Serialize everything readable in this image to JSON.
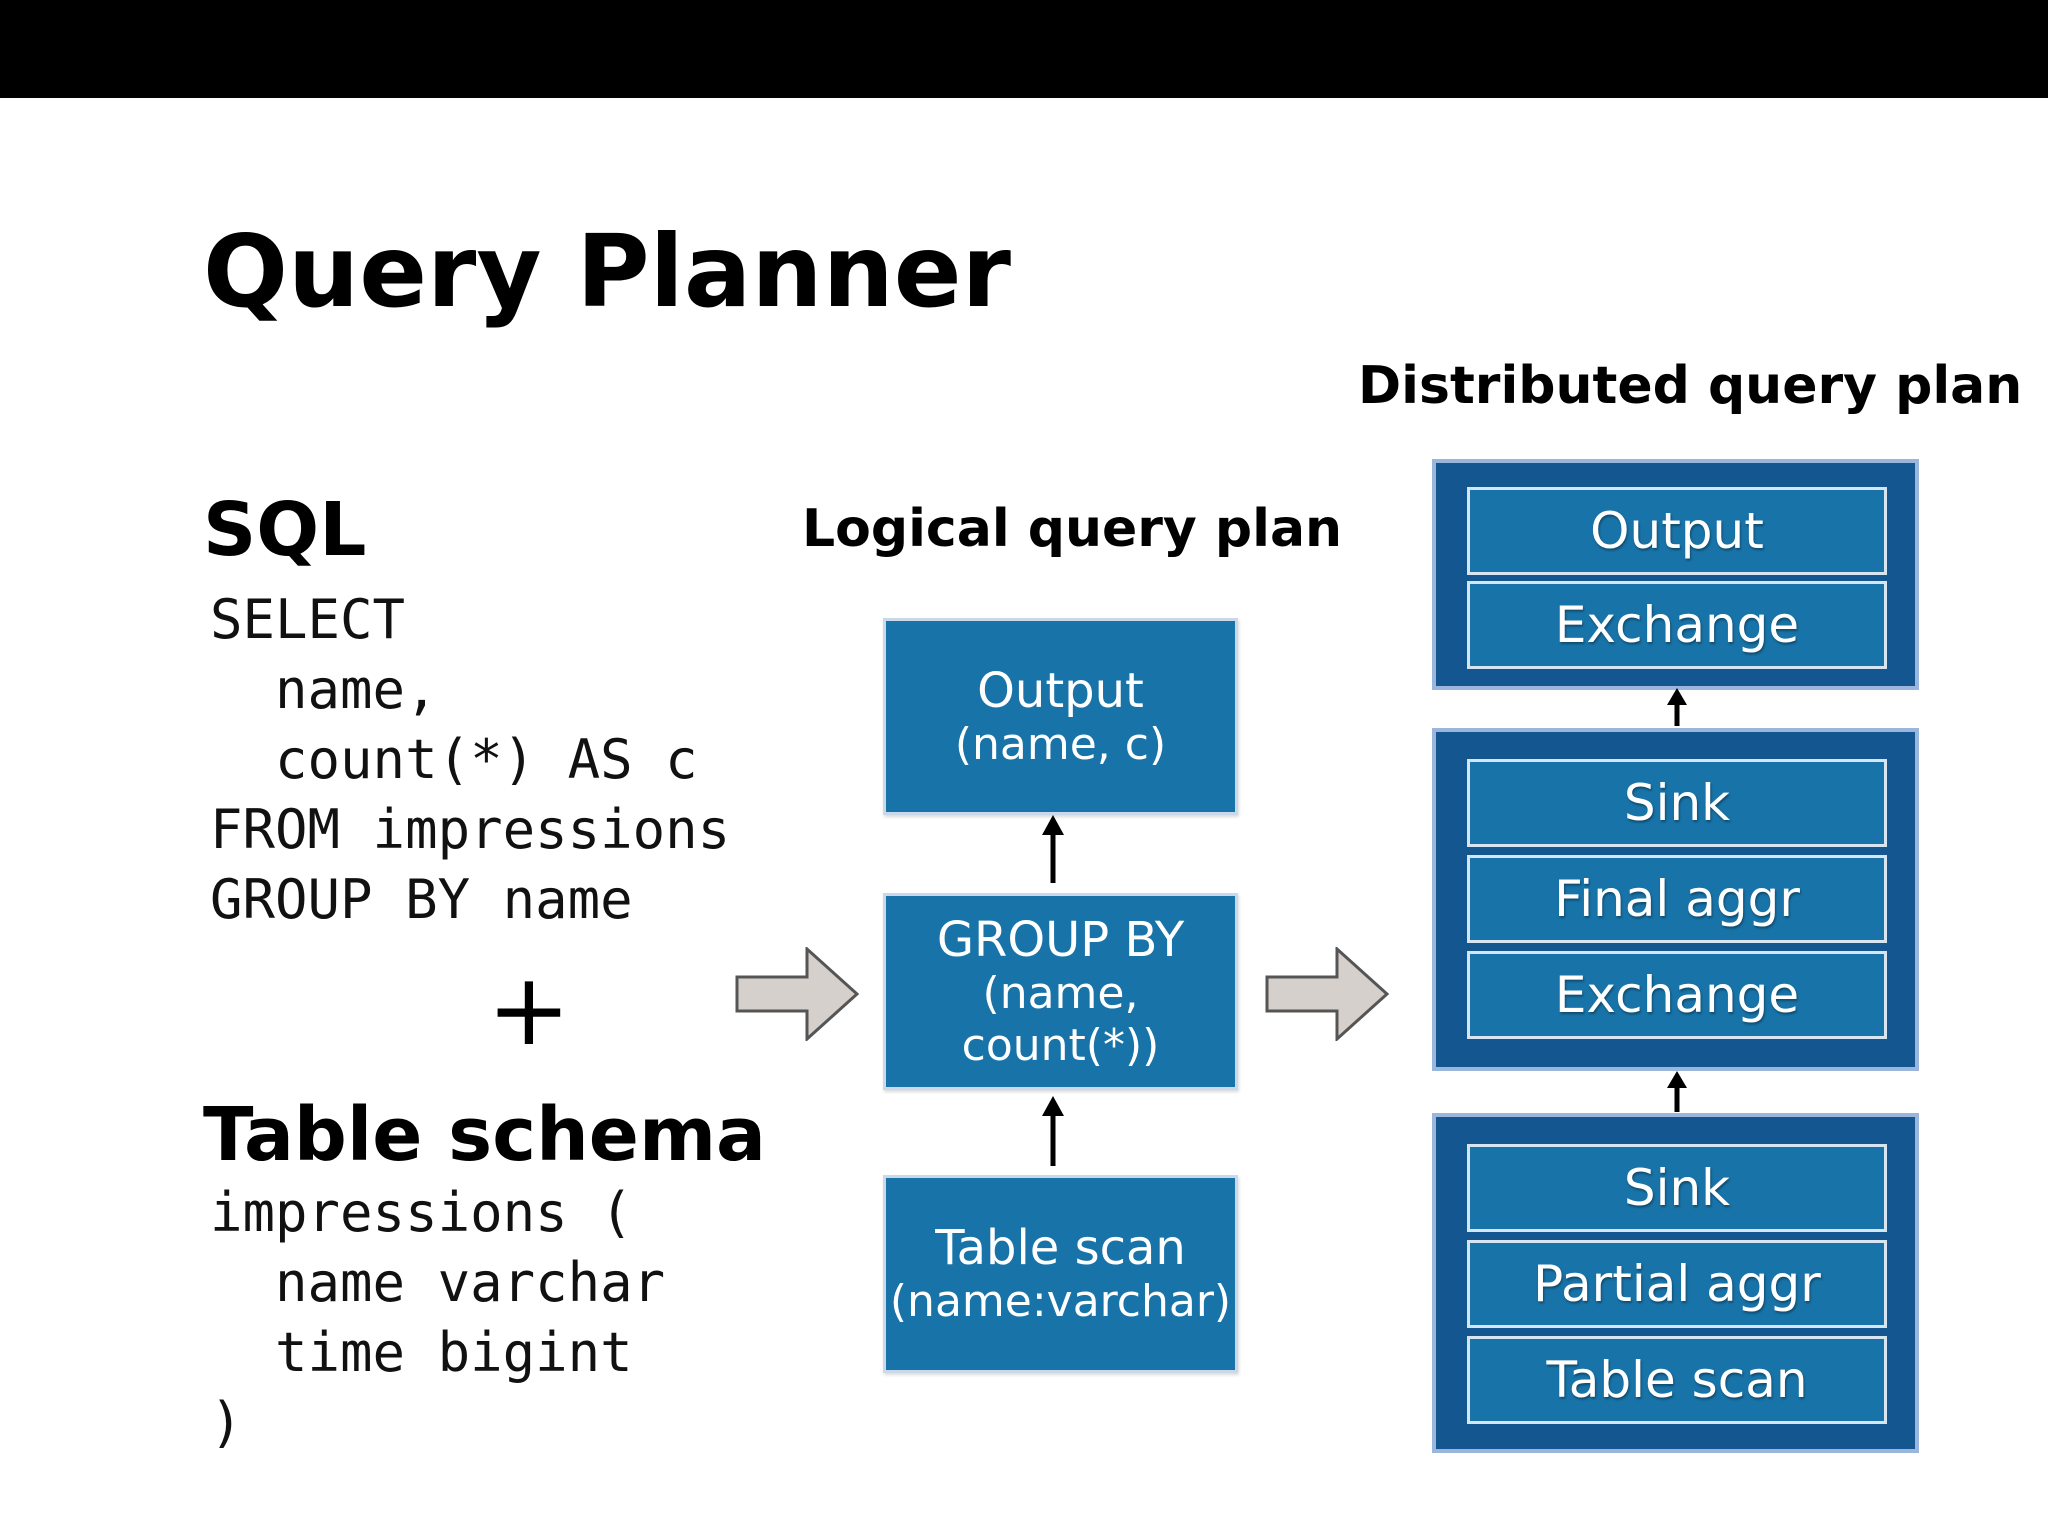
{
  "title": "Query Planner",
  "sql": {
    "heading": "SQL",
    "lines": [
      "SELECT",
      "  name,",
      "  count(*) AS c",
      "FROM impressions",
      "GROUP BY name"
    ]
  },
  "plus": "+",
  "schema": {
    "heading": "Table schema",
    "lines": [
      "impressions (",
      "  name varchar",
      "  time bigint",
      ")"
    ]
  },
  "logical_plan": {
    "heading": "Logical query plan",
    "nodes": [
      {
        "main": "Output",
        "sub": "(name, c)"
      },
      {
        "main": "GROUP BY",
        "sub": "(name,\ncount(*))"
      },
      {
        "main": "Table scan",
        "sub": "(name:varchar)"
      }
    ]
  },
  "distributed_plan": {
    "heading": "Distributed query plan",
    "stages": [
      {
        "operators": [
          "Output",
          "Exchange"
        ]
      },
      {
        "operators": [
          "Sink",
          "Final aggr",
          "Exchange"
        ]
      },
      {
        "operators": [
          "Sink",
          "Partial aggr",
          "Table scan"
        ]
      }
    ]
  },
  "colors": {
    "node_fill": "#1873a8",
    "stage_fill": "#14568f",
    "stage_border": "#9ab6dd",
    "block_arrow_fill": "#d6d0cc",
    "block_arrow_stroke": "#555555"
  }
}
